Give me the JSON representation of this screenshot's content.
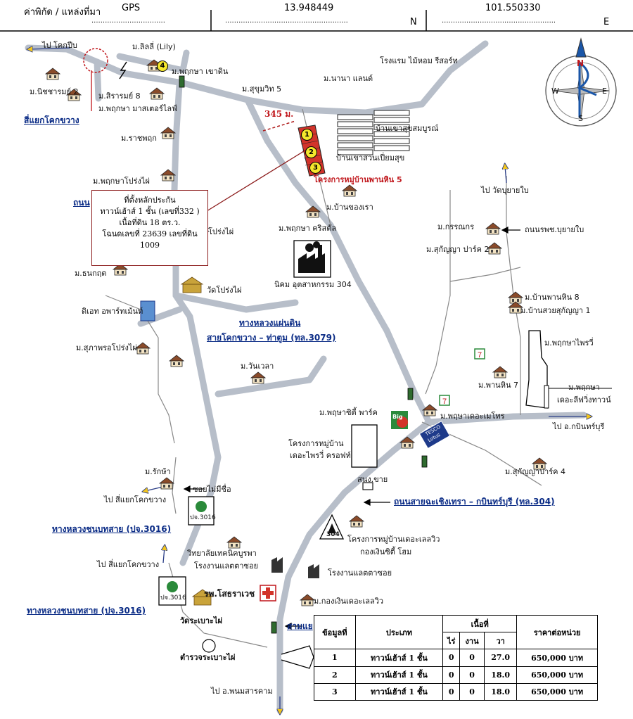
{
  "header": {
    "coord_label": "ค่าพิกัด / แหล่งที่มา",
    "source": "GPS",
    "latitude": "13.948449",
    "lat_suffix": "N",
    "longitude": "101.550330",
    "lon_suffix": "E"
  },
  "compass": {
    "n": "N",
    "s": "S",
    "e": "E",
    "w": "W"
  },
  "labels": {
    "to_kokpeep": "ไป โคกปีบ",
    "nisachon2": "ม.นิชชารมย์ 2",
    "lily": "ม.ลิลลี่ (Lily)",
    "pruksa_khaodin": "ม.พฤกษา เขาดิน",
    "sirarom8": "ม.สิรารมย์ 8",
    "pruksa_master": "ม.พฤกษา มาสเตอร์ไลฟ์",
    "sukhumvit5": "ม.สุขุมวิท 5",
    "nana_land": "ม.นานา แลนด์",
    "hotel": "โรงแรม ไม้หอม รีสอร์ท",
    "junction_kokkwang": "สี่แยกโคกขวาง",
    "distance": "345 ม.",
    "ban_khao_sook": "บ้านเขาสุขสมบูรณ์",
    "ban_khao_suan": "บ้านเขาสวนเปี่ยมสุข",
    "project_name": "โครงการหมู่บ้านพานหิน 5",
    "ratchapruk": "ม.ราชพฤก",
    "pruksa_prongphai": "ม.พฤกษาโปร่งไผ่",
    "ban_khong_rao": "ม.บ้านของเรา",
    "pruksa_crystal": "ม.พฤกษา คริสตัล",
    "prong_phai_partial": "โปร่งไผ่",
    "thanon_partial": "ถนน",
    "thanakrit": "ม.ธนกฤต",
    "wat_prongphai": "วัดโปร่งไผ่",
    "industrial": "นิคม อุตสาหกรรม 304",
    "ditech": "ดิเอท อพาร์ทเม้นท์",
    "highway_title": "ทางหลวงแผ่นดิน",
    "highway_route": "สายโคกขวาง – ท่าตูม (ทล.3079)",
    "supaporn": "ม.สุภาพรอโปร่งไผ่",
    "wanwela": "ม.วันเวลา",
    "to_wat_buyai": "ไป วัดบุยายใบ",
    "kornphanok": "ม.กรรณกร",
    "road_rpc": "ถนนรพช.บุยายใบ",
    "sukanya2": "ม.สุกัญญา ปาร์ค 2",
    "ban_phanhin8": "ม.บ้านพานหิน 8",
    "ban_suay_sukanya1": "ม.บ้านสวยสุกัญญา 1",
    "pruksa_phairee": "ม.พฤกษาไพรวี่",
    "phanhin7": "ม.พานหิน 7",
    "pruksa_the_leaf_1": "ม.พฤกษา",
    "pruksa_the_leaf_2": "เดอะลีฟวิ่งทาวน์",
    "pruksa_city_park": "ม.พฤษาซิตี้ พาร์ค",
    "pruksa_the_metro": "ม.พฤษาเดอะเมโทร",
    "to_kabinburi": "ไป อ.กบินทร์บุรี",
    "project_phairee_1": "โครงการหมู่บ้าน",
    "project_phairee_2": "เดอะไพรวี่ ครอฟท์",
    "sukanya4": "ม.สุกัญญาปาร์ค 4",
    "raksa": "ม.รักษ้า",
    "soi_no_name": "ซอยไม่มีชื่อ",
    "to_junction_1": "ไป สี่แยกโคกขวาง",
    "snong_sell": "สนง.ขาย",
    "road_304": "ถนนสายฉะเชิงเทรา – กบินทร์บุรี (ทล.304)",
    "rural_road_1": "ทางหลวงชนบทสาย (ปจ.3016)",
    "pj_sign": "ปจ.3016",
    "pj_sign_2": "ปจ.3016",
    "shield_304": "304",
    "college_1": "วิทยาลัยเทคนิคบูรพา",
    "college_2": "โรงงานแลตตาซอย",
    "project_delavie_1": "โครงการหมู่บ้านเดอะเลลวิว",
    "project_delavie_2": "กองเงินซิตี้ โฮม",
    "factory": "โรงงานแลตตาซอย",
    "to_junction_2": "ไป สี่แยกโคกขวาง",
    "hospital": "รพ.โสธราเวช",
    "rural_road_2": "ทางหลวงชนบทสาย (ปจ.3016)",
    "kongngern": "ม.กองเงินเดอะเลลวิว",
    "wat_krabao": "วัดระเบาะไผ่",
    "police": "ตำรวจระเบาะไผ่",
    "sam_yaek_partial": "สามแย",
    "to_phanom": "ไป อ.พนมสารคาม",
    "big_c": "Big",
    "tesco_1": "TESCO",
    "tesco_2": "Lotus"
  },
  "info_box": {
    "line1": "ที่ตั้งหลักประกัน",
    "line2": "ทาวน์เฮ้าส์ 1 ชั้น (เลขที่332 )",
    "line3": "เนื้อที่ดิน 18 ตร.ว.",
    "line4": "โฉนดเลขที่ 23639 เลขที่ดิน 1009"
  },
  "plot_markers": [
    "1",
    "2",
    "3"
  ],
  "marker_4": "4",
  "table": {
    "headers": {
      "no": "ข้อมูลที่",
      "type": "ประเภท",
      "area": "เนื้อที่",
      "rai": "ไร่",
      "ngan": "งาน",
      "wa": "วา",
      "price": "ราคาต่อหน่วย"
    },
    "rows": [
      {
        "no": "1",
        "type": "ทาวน์เฮ้าส์ 1 ชั้น",
        "rai": "0",
        "ngan": "0",
        "wa": "27.0",
        "price": "650,000 บาท"
      },
      {
        "no": "2",
        "type": "ทาวน์เฮ้าส์ 1 ชั้น",
        "rai": "0",
        "ngan": "0",
        "wa": "18.0",
        "price": "650,000 บาท"
      },
      {
        "no": "3",
        "type": "ทาวน์เฮ้าส์ 1 ชั้น",
        "rai": "0",
        "ngan": "0",
        "wa": "18.0",
        "price": "650,000 บาท"
      }
    ]
  },
  "colors": {
    "road": "#c9ced6",
    "road_edge": "#8d95a1",
    "route_blue": "#0b2c86",
    "plot_red": "#d2332a",
    "plot_yellow": "#f5e72c",
    "arrow_yellow": "#f2c51d"
  }
}
